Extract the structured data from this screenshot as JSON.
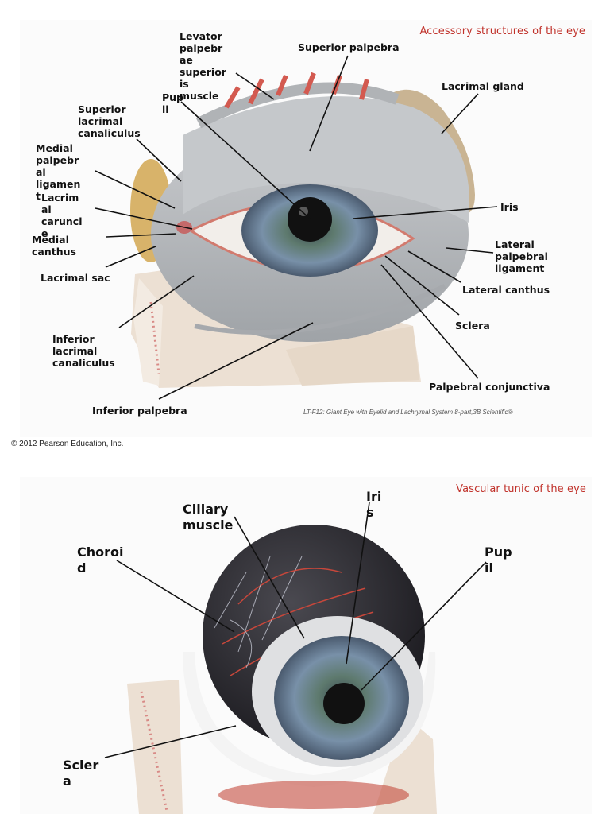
{
  "top": {
    "title": "Accessory structures of the eye",
    "caption": "LT-F12: Giant Eye with Eyelid and Lachrymal System 8-part,3B Scientific®",
    "labels": {
      "levator": "Levator\npalpebr\nae\nsuperior\nis\nmuscle",
      "pupil": "Pup\nil",
      "superior_palpebra": "Superior palpebra",
      "lacrimal_gland": "Lacrimal gland",
      "superior_canaliculus": "Superior\nlacrimal\ncanaliculus",
      "medial_ligament": "Medial\npalpebr\nal\nligamen\nt",
      "caruncle": "Lacrim\nal\ncaruncl\ne",
      "medial_canthus": "Medial\ncanthus",
      "iris": "Iris",
      "lateral_ligament": "Lateral\npalpebral\nligament",
      "lacrimal_sac": "Lacrimal sac",
      "lateral_canthus": "Lateral canthus",
      "sclera": "Sclera",
      "inferior_canaliculus": "Inferior\nlacrimal\ncanaliculus",
      "palpebral_conjunctiva": "Palpebral conjunctiva",
      "inferior_palpebra": "Inferior palpebra"
    }
  },
  "copyright": "© 2012 Pearson Education, Inc.",
  "bottom": {
    "title": "Vascular tunic of the eye",
    "labels": {
      "ciliary_muscle": "Ciliary\nmuscle",
      "iris": "Iri\ns",
      "choroid": "Choroi\nd",
      "pupil": "Pup\nil",
      "sclera": "Scler\na"
    }
  },
  "colors": {
    "title_red": "#c0312a",
    "eyelid_gray": "#b9bcbf",
    "iris_blue": "#6d8196",
    "choroid_dark": "#2b2a2f",
    "bone_beige": "#ece0d3",
    "lacrimal_tan": "#d8b36a"
  }
}
